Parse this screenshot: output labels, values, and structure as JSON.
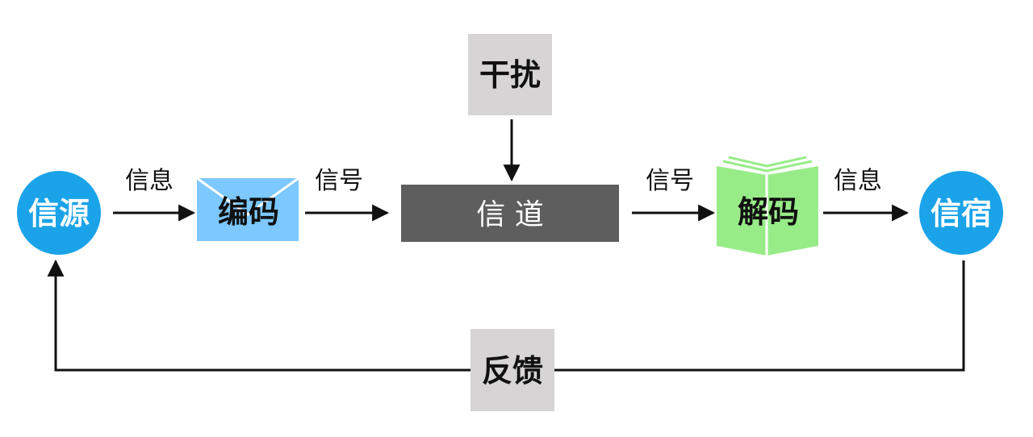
{
  "nodes": {
    "source": "信源",
    "encode": "编码",
    "channel": "信 道",
    "decode": "解码",
    "sink": "信宿",
    "noise": "干扰",
    "feedback": "反馈"
  },
  "edge_labels": {
    "source_to_encode": "信息",
    "encode_to_channel": "信号",
    "channel_to_decode": "信号",
    "decode_to_sink": "信息"
  },
  "colors": {
    "circle": "#1aa3e8",
    "envelope": "#7cc8ff",
    "channel": "#5e5e5e",
    "book": "#98ec88",
    "grey_box": "#d6d4d4",
    "line": "#111111"
  }
}
